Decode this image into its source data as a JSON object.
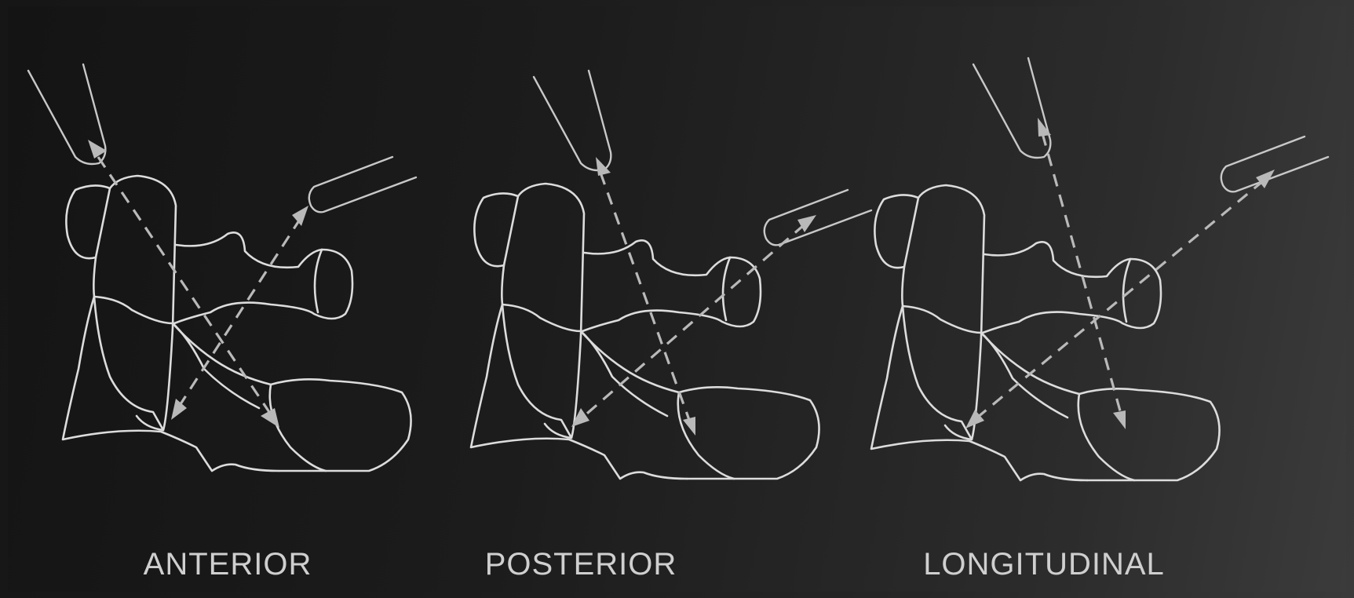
{
  "views": [
    {
      "id": "anterior",
      "label": "ANTERIOR"
    },
    {
      "id": "posterior",
      "label": "POSTERIOR"
    },
    {
      "id": "longitudinal",
      "label": "LONGITUDINAL"
    }
  ],
  "colors": {
    "background": "#1a1a1a",
    "outline": "#dcdcdc",
    "beam": "#b9b9b9",
    "label": "#cfcfcf"
  }
}
